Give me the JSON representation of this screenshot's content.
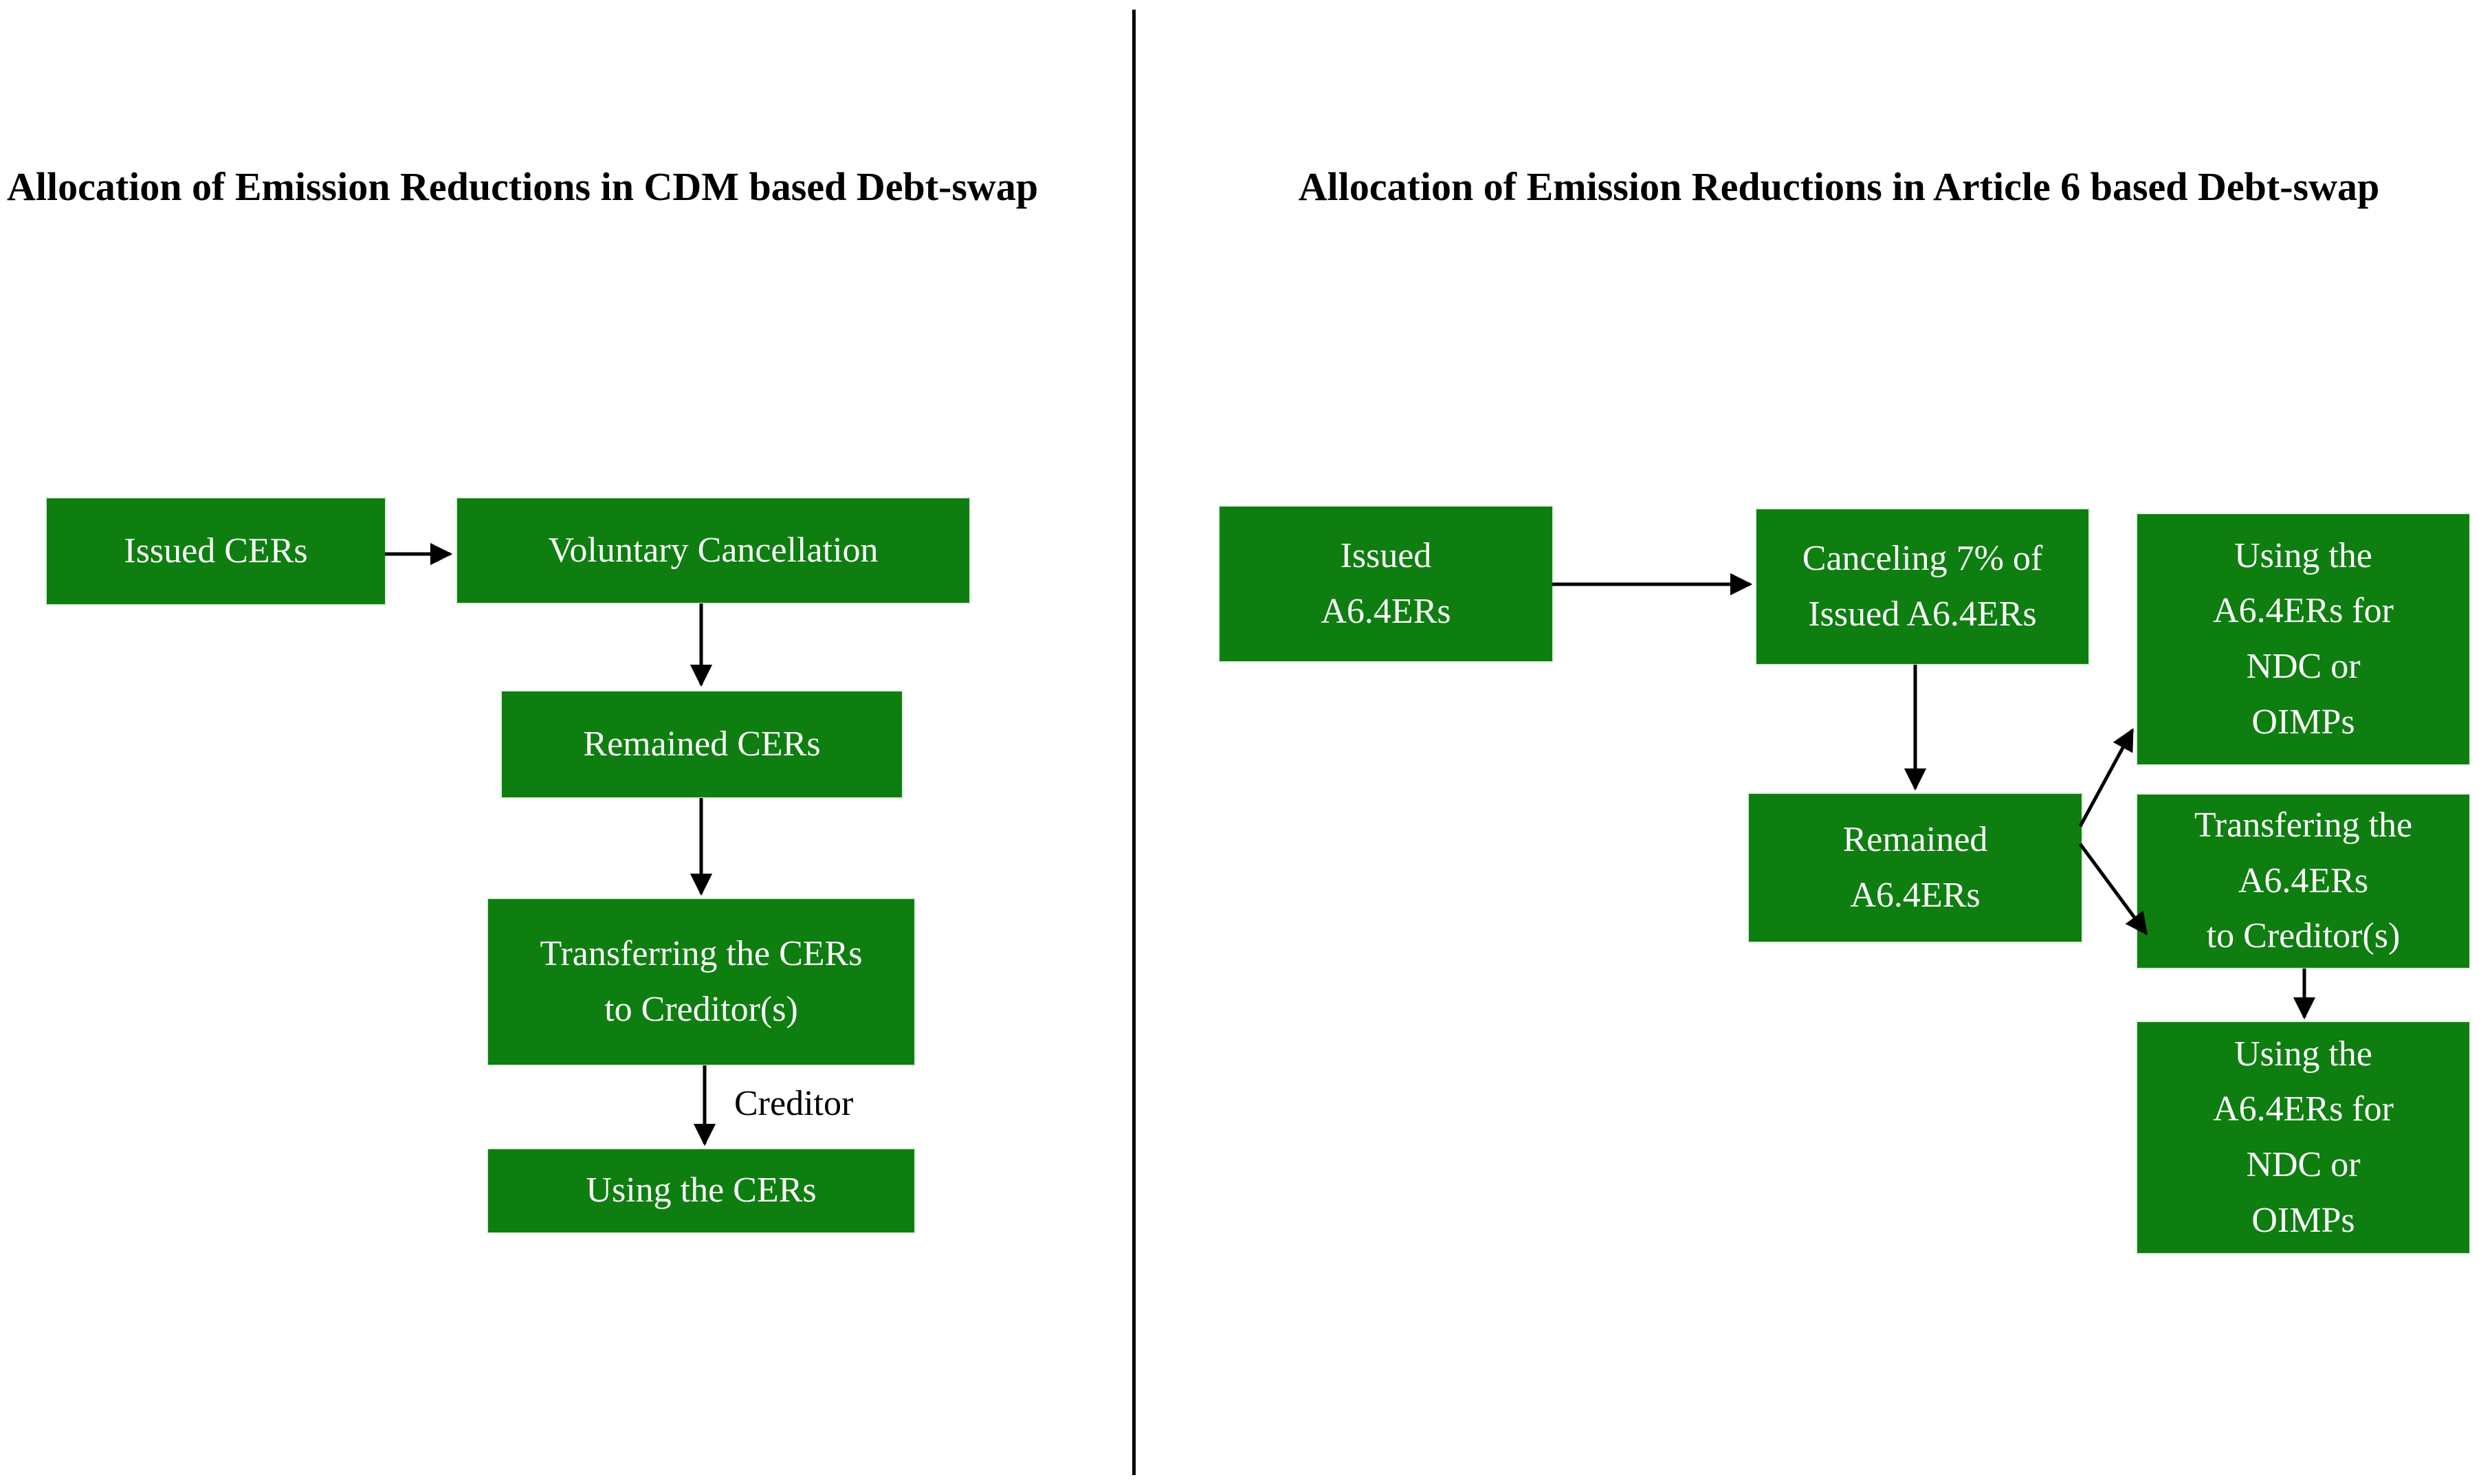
{
  "colors": {
    "box_fill": "#0e7e10",
    "box_text": "#ffffff",
    "arrow_color": "#000000",
    "divider_color": "#000000",
    "title_color": "#000000"
  },
  "left_chart": {
    "title": "Allocation of Emission Reductions in CDM based Debt-swap",
    "nodes": [
      {
        "id": "issued-cers",
        "label": "Issued CERs"
      },
      {
        "id": "voluntary-cancellation",
        "label": "Voluntary Cancellation"
      },
      {
        "id": "remained-cers",
        "label": "Remained CERs"
      },
      {
        "id": "transferring-cers",
        "label": "Transferring the CERs\nto Creditor(s)"
      },
      {
        "id": "using-cers",
        "label": "Using the CERs"
      }
    ],
    "edge_label": "Creditor",
    "edges": [
      {
        "from": "issued-cers",
        "to": "voluntary-cancellation"
      },
      {
        "from": "voluntary-cancellation",
        "to": "remained-cers"
      },
      {
        "from": "remained-cers",
        "to": "transferring-cers"
      },
      {
        "from": "transferring-cers",
        "to": "using-cers",
        "label": "Creditor"
      }
    ]
  },
  "right_chart": {
    "title": "Allocation of Emission Reductions in Article 6 based Debt-swap",
    "nodes": [
      {
        "id": "issued-a64ers",
        "label": "Issued\nA6.4ERs"
      },
      {
        "id": "canceling-7pct",
        "label": "Canceling 7% of\nIssued A6.4ERs"
      },
      {
        "id": "remained-a64ers",
        "label": "Remained\nA6.4ERs"
      },
      {
        "id": "using-a64ers-top",
        "label": "Using the\nA6.4ERs for\nNDC or\nOIMPs"
      },
      {
        "id": "transfering-a64ers",
        "label": "Transfering the\nA6.4ERs\nto Creditor(s)"
      },
      {
        "id": "using-a64ers-bottom",
        "label": "Using the\nA6.4ERs for\nNDC or\nOIMPs"
      }
    ],
    "edges": [
      {
        "from": "issued-a64ers",
        "to": "canceling-7pct"
      },
      {
        "from": "canceling-7pct",
        "to": "remained-a64ers"
      },
      {
        "from": "remained-a64ers",
        "to": "using-a64ers-top"
      },
      {
        "from": "remained-a64ers",
        "to": "transfering-a64ers"
      },
      {
        "from": "transfering-a64ers",
        "to": "using-a64ers-bottom"
      }
    ]
  }
}
